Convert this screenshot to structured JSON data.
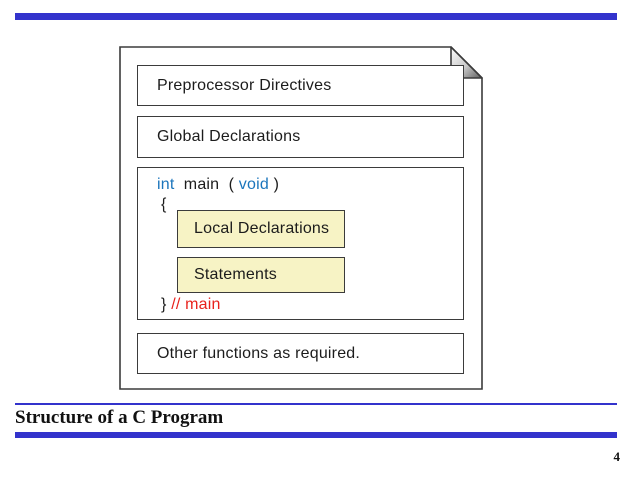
{
  "colors": {
    "accent_blue": "#3333CC",
    "keyword_blue": "#1B75BC",
    "comment_red": "#E8221C",
    "box_yellow": "#F7F3C5",
    "outline_gray": "#3b3b3b"
  },
  "diagram": {
    "boxes": {
      "preprocessor": "Preprocessor Directives",
      "global": "Global Declarations",
      "local": "Local Declarations",
      "statements": "Statements",
      "other": "Other functions as required."
    },
    "code": {
      "kw_int": "int",
      "main": "main",
      "open_paren": "(",
      "kw_void": "void",
      "close_paren": ")",
      "open_brace": "{",
      "close_brace": "}",
      "comment": "// main"
    }
  },
  "footer": {
    "title": "Structure of a C Program",
    "page_number": "4"
  }
}
